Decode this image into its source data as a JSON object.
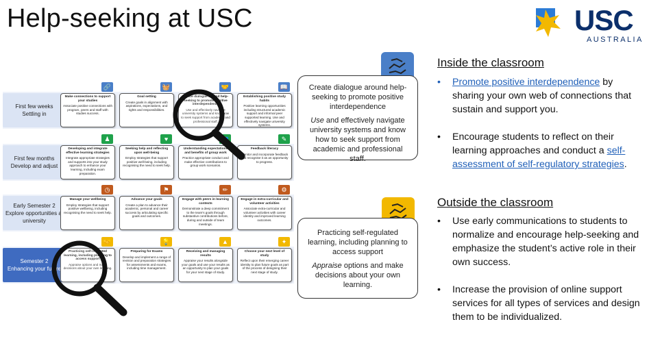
{
  "title": "Help-seeking at USC",
  "logo": {
    "name": "USC",
    "sub": "AUSTRALIA"
  },
  "rows": [
    {
      "label1": "First few weeks",
      "label2": "Settling in",
      "color": "#dbe4f4",
      "band": "#eef2fa",
      "cells": [
        {
          "title": "Make connections to support your studies",
          "body": "Associate positive connections with program, peers and staff with studies success.",
          "icon": "link-icon",
          "badge": "#4a7fc8"
        },
        {
          "title": "Goal setting",
          "body": "Create goals in alignment with aspirations, expectations, and rights and responsibilities.",
          "icon": "basket-icon",
          "badge": "#4a7fc8"
        },
        {
          "title": "Create dialogue around help-seeking to promote positive interdependence",
          "body": "Use and effectively navigate university systems and know how to seek support from academic and professional staff.",
          "icon": "hands-icon",
          "badge": "#4a7fc8"
        },
        {
          "title": "Establishing positive study habits",
          "body": "Positive learning opportunities including structured academic support and informal peer supported learning. Use and effectively navigate university systems.",
          "icon": "book-icon",
          "badge": "#4a7fc8"
        }
      ]
    },
    {
      "label1": "First few months",
      "label2": "Develop and adjust",
      "color": "#dbe4f4",
      "band": "#eef2fa",
      "cells": [
        {
          "title": "Developing and integrate effective learning strategies",
          "body": "Integrate appropriate strategies and supports into your study approach to enhance your learning, including exam preparation.",
          "icon": "strategy-icon",
          "badge": "#1fa24b"
        },
        {
          "title": "Seeking help and reflecting upon well-being",
          "body": "Employ strategies that support positive well-being, including recognising the need to seek help.",
          "icon": "heart-icon",
          "badge": "#1fa24b"
        },
        {
          "title": "Understanding expectations and benefits of group work",
          "body": "Practice appropriate conduct and make effective contributions to group work scenarios.",
          "icon": "group-icon",
          "badge": "#1fa24b"
        },
        {
          "title": "Feedback literacy",
          "body": "Monitor and incorporate feedback and recognise it as an opportunity to progress.",
          "icon": "feedback-icon",
          "badge": "#1fa24b"
        }
      ]
    },
    {
      "label1": "Early Semester 2",
      "label2": "Explore opportunities at university",
      "color": "#dbe4f4",
      "band": "#eef2fa",
      "cells": [
        {
          "title": "Manage your wellbeing",
          "body": "Employ strategies that support positive wellbeing, including recognising the need to seek help.",
          "icon": "clock-icon",
          "badge": "#c05a1e"
        },
        {
          "title": "Advance your goals",
          "body": "Create a plan to advance their academic, personal and career success by articulating specific goals and outcomes.",
          "icon": "flag-icon",
          "badge": "#c05a1e"
        },
        {
          "title": "Engage with peers in learning contexts",
          "body": "Demonstrate a deep commitment to the team's goals through substantive contributions before, during and outside of team meetings.",
          "icon": "pencil-icon",
          "badge": "#c05a1e"
        },
        {
          "title": "Engage in extra-curricular and volunteer activities",
          "body": "Associate extra-curricular and volunteer activities with career identity and improved learning outcomes.",
          "icon": "gear-icon",
          "badge": "#c05a1e"
        }
      ]
    },
    {
      "label1": "Semester 2",
      "label2": "Enhancing your future",
      "color": "#3f6bc0",
      "band": "#eef2fa",
      "cells": [
        {
          "title": "Practicing self-regulated learning, including planning to access support",
          "body": "Appraise options and make decisions about your own learning.",
          "icon": "hands-icon",
          "badge": "#f2b800"
        },
        {
          "title": "Preparing for Exams",
          "body": "Develop and implement a range of revision and preparation strategies for assessments and exams, including time management.",
          "icon": "lightbulb-icon",
          "badge": "#f2b800"
        },
        {
          "title": "Receiving and managing results",
          "body": "Appraise your results alongside your goals and use your results as an opportunity to plan your goals for your next stage of study.",
          "icon": "chart-icon",
          "badge": "#f2b800"
        },
        {
          "title": "Choose your next level of study",
          "body": "Reflect upon their emerging career identity to plan future goals as part of the process of designing their next stage of study.",
          "icon": "compass-icon",
          "badge": "#f2b800"
        }
      ]
    }
  ],
  "callout_top": {
    "heading": "Create dialogue around help-seeking to promote positive interdependence",
    "body_em": "Use",
    "body": " and effectively navigate university systems and know how to seek support from academic and professional staff.",
    "icon": "hands-icon",
    "badge": "#4a7fc8"
  },
  "callout_bottom": {
    "heading": "Practicing self-regulated learning, including planning to access support",
    "body_em": "Appraise",
    "body": " options and make decisions about your own learning.",
    "icon": "hands-icon",
    "badge": "#f2b800"
  },
  "inside": {
    "heading": "Inside the classroom",
    "b1_link": "Promote positive interdependence",
    "b1_rest": " by sharing your own web of connections that sustain and support you.",
    "b2_pre": "Encourage students to reflect on their learning approaches and conduct a ",
    "b2_link": "self-assessment of self-regulatory strategies",
    "b2_post": "."
  },
  "outside": {
    "heading": "Outside the classroom",
    "b1": "Use early communications to students to normalize and encourage help-seeking and emphasize the student’s active role in their own success.",
    "b2": "Increase the provision of online support services for all types of services and design them to be individualized."
  },
  "colors": {
    "link": "#1f5fb8",
    "navy": "#0b2f6b",
    "logo_yellow": "#f2b800",
    "logo_blue": "#2b7bd6"
  }
}
